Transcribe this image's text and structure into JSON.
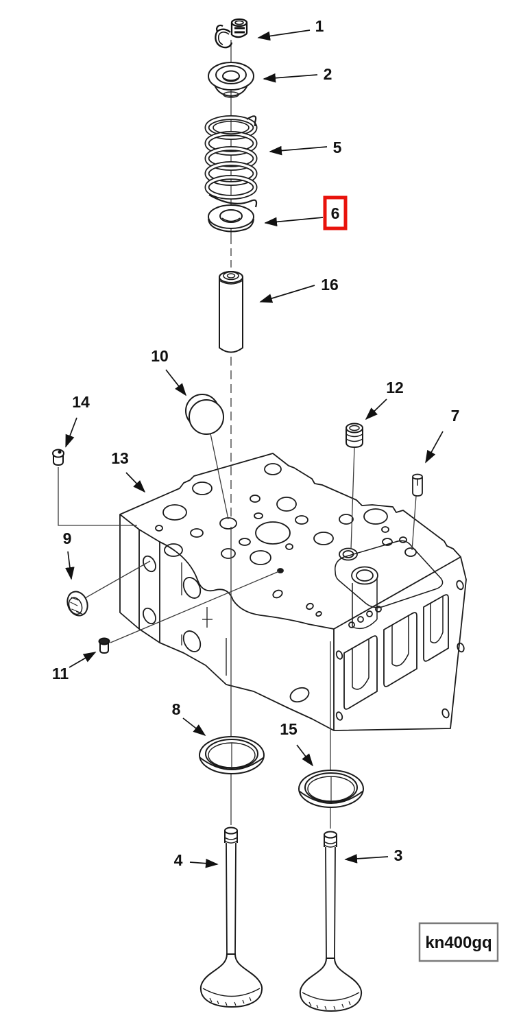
{
  "figure": {
    "type": "exploded-parts-diagram",
    "subject": "cylinder-head-valve-assembly",
    "image_code": "kn400gq",
    "highlight_color": "#e8130c",
    "line_color": "#1a1a1a",
    "background_color": "#ffffff",
    "highlighted_callout": "6",
    "callouts": [
      {
        "label": "1"
      },
      {
        "label": "2"
      },
      {
        "label": "5"
      },
      {
        "label": "6"
      },
      {
        "label": "16"
      },
      {
        "label": "10"
      },
      {
        "label": "12"
      },
      {
        "label": "14"
      },
      {
        "label": "7"
      },
      {
        "label": "13"
      },
      {
        "label": "9"
      },
      {
        "label": "11"
      },
      {
        "label": "8"
      },
      {
        "label": "15"
      },
      {
        "label": "4"
      },
      {
        "label": "3"
      }
    ]
  }
}
